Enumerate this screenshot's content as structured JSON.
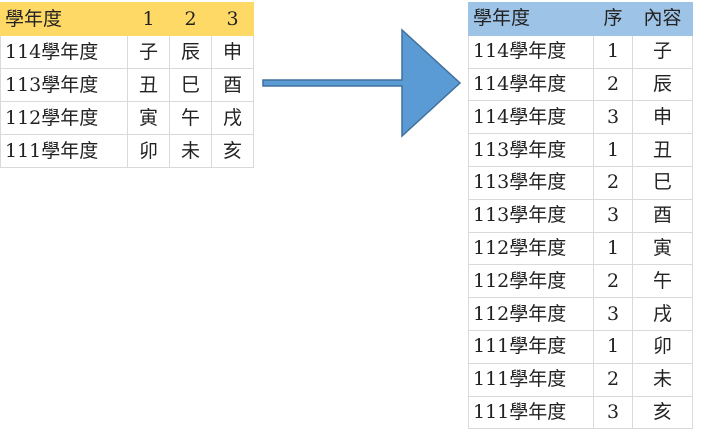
{
  "source": {
    "headers": [
      "學年度",
      "1",
      "2",
      "3"
    ],
    "rows": [
      {
        "year": "114學年度",
        "cells": [
          "子",
          "辰",
          "申"
        ]
      },
      {
        "year": "113學年度",
        "cells": [
          "丑",
          "巳",
          "酉"
        ]
      },
      {
        "year": "112學年度",
        "cells": [
          "寅",
          "午",
          "戌"
        ]
      },
      {
        "year": "111學年度",
        "cells": [
          "卯",
          "未",
          "亥"
        ]
      }
    ]
  },
  "arrow": {
    "icon": "right-arrow-icon",
    "fill": "#5b9bd5",
    "stroke": "#41719c"
  },
  "result": {
    "headers": [
      "學年度",
      "序",
      "內容"
    ],
    "rows": [
      {
        "year": "114學年度",
        "seq": "1",
        "content": "子"
      },
      {
        "year": "114學年度",
        "seq": "2",
        "content": "辰"
      },
      {
        "year": "114學年度",
        "seq": "3",
        "content": "申"
      },
      {
        "year": "113學年度",
        "seq": "1",
        "content": "丑"
      },
      {
        "year": "113學年度",
        "seq": "2",
        "content": "巳"
      },
      {
        "year": "113學年度",
        "seq": "3",
        "content": "酉"
      },
      {
        "year": "112學年度",
        "seq": "1",
        "content": "寅"
      },
      {
        "year": "112學年度",
        "seq": "2",
        "content": "午"
      },
      {
        "year": "112學年度",
        "seq": "3",
        "content": "戌"
      },
      {
        "year": "111學年度",
        "seq": "1",
        "content": "卯"
      },
      {
        "year": "111學年度",
        "seq": "2",
        "content": "未"
      },
      {
        "year": "111學年度",
        "seq": "3",
        "content": "亥"
      }
    ]
  },
  "colors": {
    "source_header_bg": "#ffd966",
    "result_header_bg": "#9dc3e6",
    "gridline": "#d9d9d9"
  }
}
